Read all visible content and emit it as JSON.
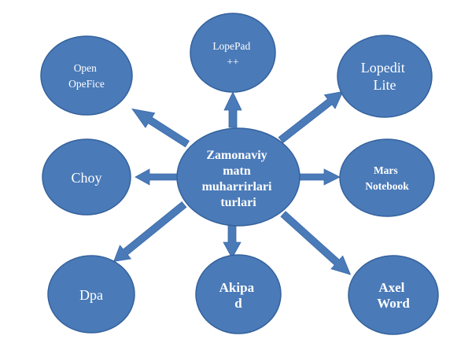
{
  "diagram": {
    "center": {
      "lines": [
        "Zamonaviy",
        "matn",
        "muharrirlari",
        "turlari"
      ]
    },
    "nodes": [
      {
        "id": "open-opefice",
        "lines": [
          "Open",
          "OpeFice"
        ]
      },
      {
        "id": "lopepad",
        "lines": [
          "LopePad",
          "++"
        ]
      },
      {
        "id": "lopedit-lite",
        "lines": [
          "Lopedit",
          "Lite"
        ]
      },
      {
        "id": "choy",
        "lines": [
          "Choy"
        ]
      },
      {
        "id": "mars-notebook",
        "lines": [
          "Mars",
          "Notebook"
        ]
      },
      {
        "id": "dpa",
        "lines": [
          "Dpa"
        ]
      },
      {
        "id": "akipad",
        "lines": [
          "Akipa",
          "d"
        ]
      },
      {
        "id": "axel-word",
        "lines": [
          "Axel",
          "Word"
        ]
      }
    ],
    "colors": {
      "fill": "#4a7ab8",
      "text": "#ffffff"
    }
  }
}
